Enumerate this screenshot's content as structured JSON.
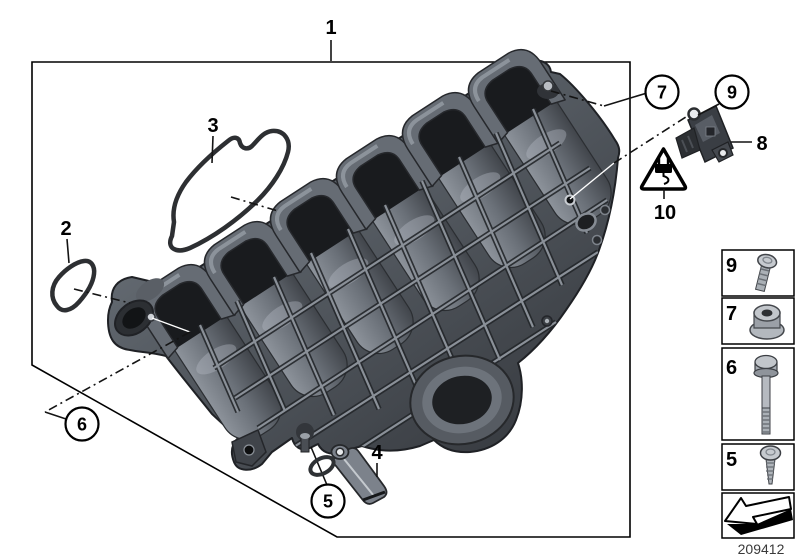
{
  "diagram_type": "exploded-parts-diagram",
  "subject": "intake-manifold",
  "doc_number": "209412",
  "callouts": {
    "c1": "1",
    "c2": "2",
    "c3": "3",
    "c4": "4",
    "c5": "5",
    "c6": "6",
    "c7": "7",
    "c8": "8",
    "c9": "9",
    "c10": "10"
  },
  "legend": {
    "item9": "9",
    "item7": "7",
    "item6": "6",
    "item5": "5",
    "icons": {
      "item9": "pan-head-screw-icon",
      "item7": "flange-nut-icon",
      "item6": "hex-flange-bolt-icon",
      "item5": "self-tapping-screw-icon",
      "footer": "page-back-arrow-icon"
    }
  },
  "warning": {
    "icon": "electrical-plug-warning-triangle-icon",
    "callout": "10"
  },
  "colors": {
    "line": "#000000",
    "background": "#ffffff",
    "part_dark": "#34373c",
    "part_mid": "#565b62",
    "part_light": "#878d95"
  }
}
